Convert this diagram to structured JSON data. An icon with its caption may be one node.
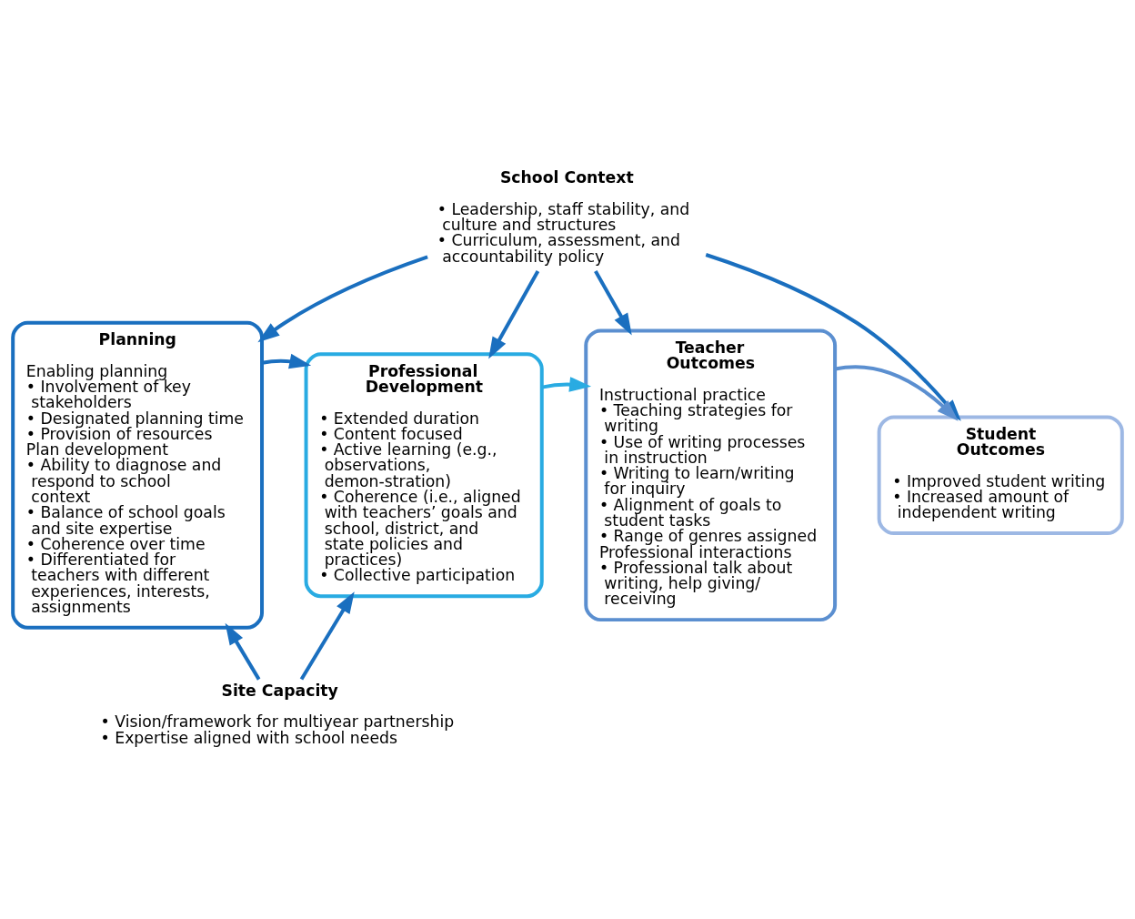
{
  "diagram": {
    "nodes": [
      {
        "text": [
          "School Context",
          "• Leadership, staff stability, and culture and structures",
          "• Curriculum, assessment, and accountability policy"
        ]
      },
      {
        "text": [
          "Planning",
          "Enabling planning",
          "• Involvement of key stakeholders",
          "• Designated planning time",
          "• Provision of resources",
          "Plan development",
          "• Ability to diagnose and respond to school context",
          "• Balance of school goals and site expertise",
          "• Coherence over time",
          "• Differentiated for teachers with different experiences, interests, assignments"
        ]
      },
      {
        "text": [
          "Professional Development",
          "• Extended duration",
          "• Content focused",
          "• Active learning (e.g., observations, demon-stration)",
          "• Coherence (i.e., aligned with teachers’ goals and school, district, and state policies and practices)",
          "• Collective participation"
        ]
      },
      {
        "text": [
          "Teacher Outcomes",
          "Instructional practice",
          "• Teaching strategies for writing",
          "• Use of writing processes in instruction",
          "• Writing to learn/writing for inquiry",
          "• Alignment of goals to student tasks",
          "• Range of genres assigned",
          "Professional interactions",
          "• Professional talk about writing, help giving/ receiving"
        ]
      },
      {
        "text": [
          "Student Outcomes",
          "• Improved student writing",
          "• Increased amount of independent writing"
        ]
      },
      {
        "text": [
          "Site Capacity",
          "• Vision/framework for multiyear partnership",
          "• Expertise aligned with school needs"
        ]
      }
    ],
    "edges": [
      {
        "from": 0,
        "to": 1,
        "arrow": "to"
      },
      {
        "from": 0,
        "to": 2,
        "arrow": "to"
      },
      {
        "from": 0,
        "to": 3,
        "arrow": "to"
      },
      {
        "from": 0,
        "to": 4,
        "arrow": "to"
      },
      {
        "from": 1,
        "to": 2,
        "arrow": "to"
      },
      {
        "from": 2,
        "to": 3,
        "arrow": "to",
        "color": "#29abe2"
      },
      {
        "from": 3,
        "to": 4,
        "arrow": "to",
        "color": "#5b8fd0"
      },
      {
        "from": 5,
        "to": 1,
        "arrow": "to"
      },
      {
        "from": 5,
        "to": 2,
        "arrow": "to"
      }
    ]
  }
}
